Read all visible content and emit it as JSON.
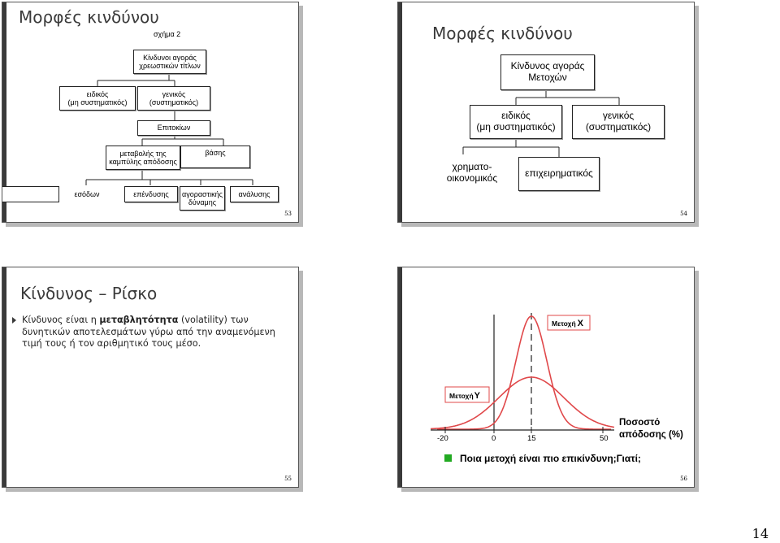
{
  "slide53": {
    "title": "Μορφές κινδύνου",
    "subtitle": "σχήμα 2",
    "root": "Κίνδυνοι αγοράς\nχρεωστικών τίτλων",
    "specific": "ειδικός\n(μη συστηματικός)",
    "general": "γενικός\n(συστηματικός)",
    "interest": "Επιτοκίων",
    "curve_change": "μεταβολής της\nκαμπύλης απόδοσης",
    "basis": "βάσης",
    "income": "εσόδων",
    "investment": "επένδυσης",
    "purchasing_power": "αγοραστικής\nδύναμης",
    "analysis": "ανάλυσης",
    "number": "53"
  },
  "slide54": {
    "title": "Μορφές κινδύνου",
    "root": "Κίνδυνος αγοράς\nΜετοχών",
    "specific": "ειδικός\n(μη συστηματικός)",
    "general": "γενικός\n(συστηματικός)",
    "financial": "χρηματο-\nοικονομικός",
    "business": "επιχειρηματικός",
    "number": "54"
  },
  "slide55": {
    "title": "Κίνδυνος – Ρίσκο",
    "text_before": "Κίνδυνος είναι η ",
    "text_bold": "μεταβλητότητα",
    "text_after": " (volatility) των δυνητικών αποτελεσμάτων γύρω από την αναμενόμενη τιμή τους ή τον αριθμητικό τους μέσο.",
    "number": "55"
  },
  "slide56": {
    "label_x_prefix": "Μετοχή",
    "label_x_letter": "Χ",
    "label_y_prefix": "Μετοχή",
    "label_y_letter": "Υ",
    "ticks": [
      "-20",
      "0",
      "15",
      "50"
    ],
    "axis_label": "Ποσοστό\nαπόδοσης (%)",
    "question": "Ποια μετοχή είναι πιο επικίνδυνη;Γιατί;",
    "number": "56",
    "curve_color": "#e0484a",
    "accent_green": "#22aa22"
  },
  "page_number": "14"
}
